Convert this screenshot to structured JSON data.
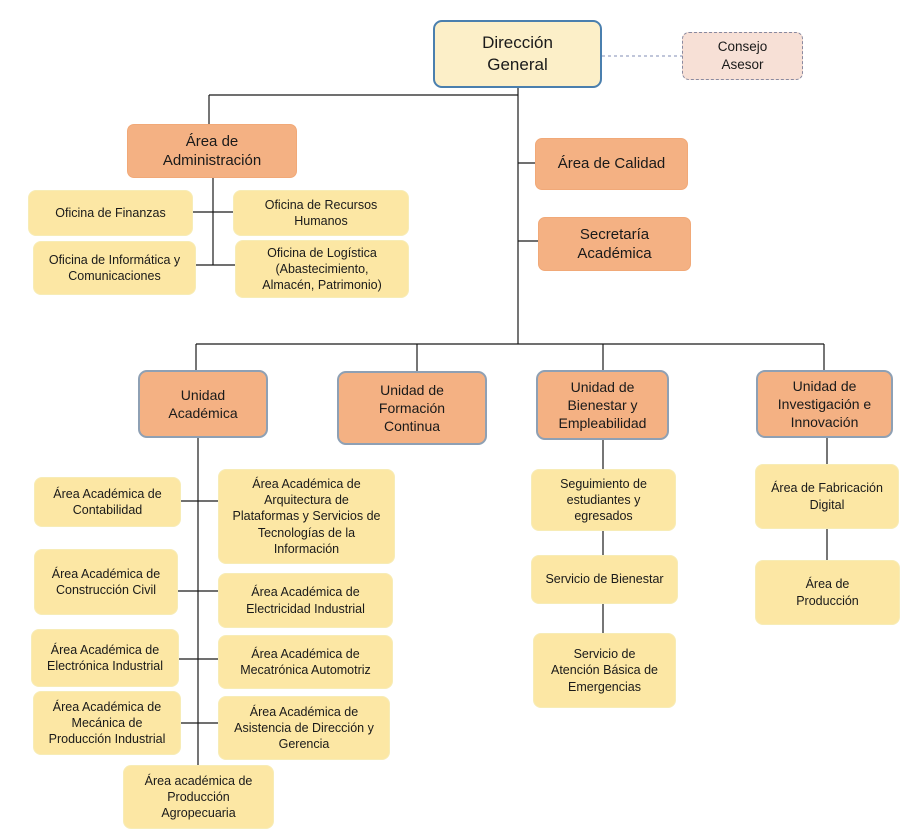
{
  "colors": {
    "top_fill": "#fcefc8",
    "top_border": "#4a7fae",
    "advisory_fill": "#f7e0d6",
    "main_fill": "#f4b183",
    "leaf_fill": "#fce7a4",
    "connector": "#1a1a1a",
    "advisory_connector": "#9aa3c4"
  },
  "org": {
    "top": "Dirección\nGeneral",
    "advisory": "Consejo\nAsesor",
    "administracion": {
      "label": "Área  de\nAdministración",
      "offices": [
        "Oficina de Finanzas",
        "Oficina de Recursos\nHumanos",
        "Oficina de Informática y\nComunicaciones",
        "Oficina de Logística\n(Abastecimiento,\nAlmacén, Patrimonio)"
      ]
    },
    "calidad": "Área de Calidad",
    "secretaria": "Secretaría\nAcadémica",
    "units": [
      "Unidad\nAcadémica",
      "Unidad de\nFormación\nContinua",
      "Unidad de\nBienestar y\nEmpleabilidad",
      "Unidad de\nInvestigación e\nInnovación"
    ],
    "academic_areas_left": [
      "Área Académica de\nContabilidad",
      "Área Académica de\nConstrucción Civil",
      "Área Académica de\nElectrónica Industrial",
      "Área Académica de\nMecánica de\nProducción Industrial",
      "Área académica de\nProducción\nAgropecuaria"
    ],
    "academic_areas_right": [
      "Área Académica de\nArquitectura de\nPlataformas y Servicios de\nTecnologías de la\nInformación",
      "Área Académica de\nElectricidad Industrial",
      "Área Académica de\nMecatrónica Automotriz",
      "Área Académica de\nAsistencia de Dirección y\nGerencia"
    ],
    "bienestar_items": [
      "Seguimiento de\nestudiantes y\negresados",
      "Servicio de Bienestar",
      "Servicio de\nAtención Básica de\nEmergencias"
    ],
    "investigacion_items": [
      "Área de Fabricación\nDigital",
      "Área de\nProducción"
    ]
  }
}
